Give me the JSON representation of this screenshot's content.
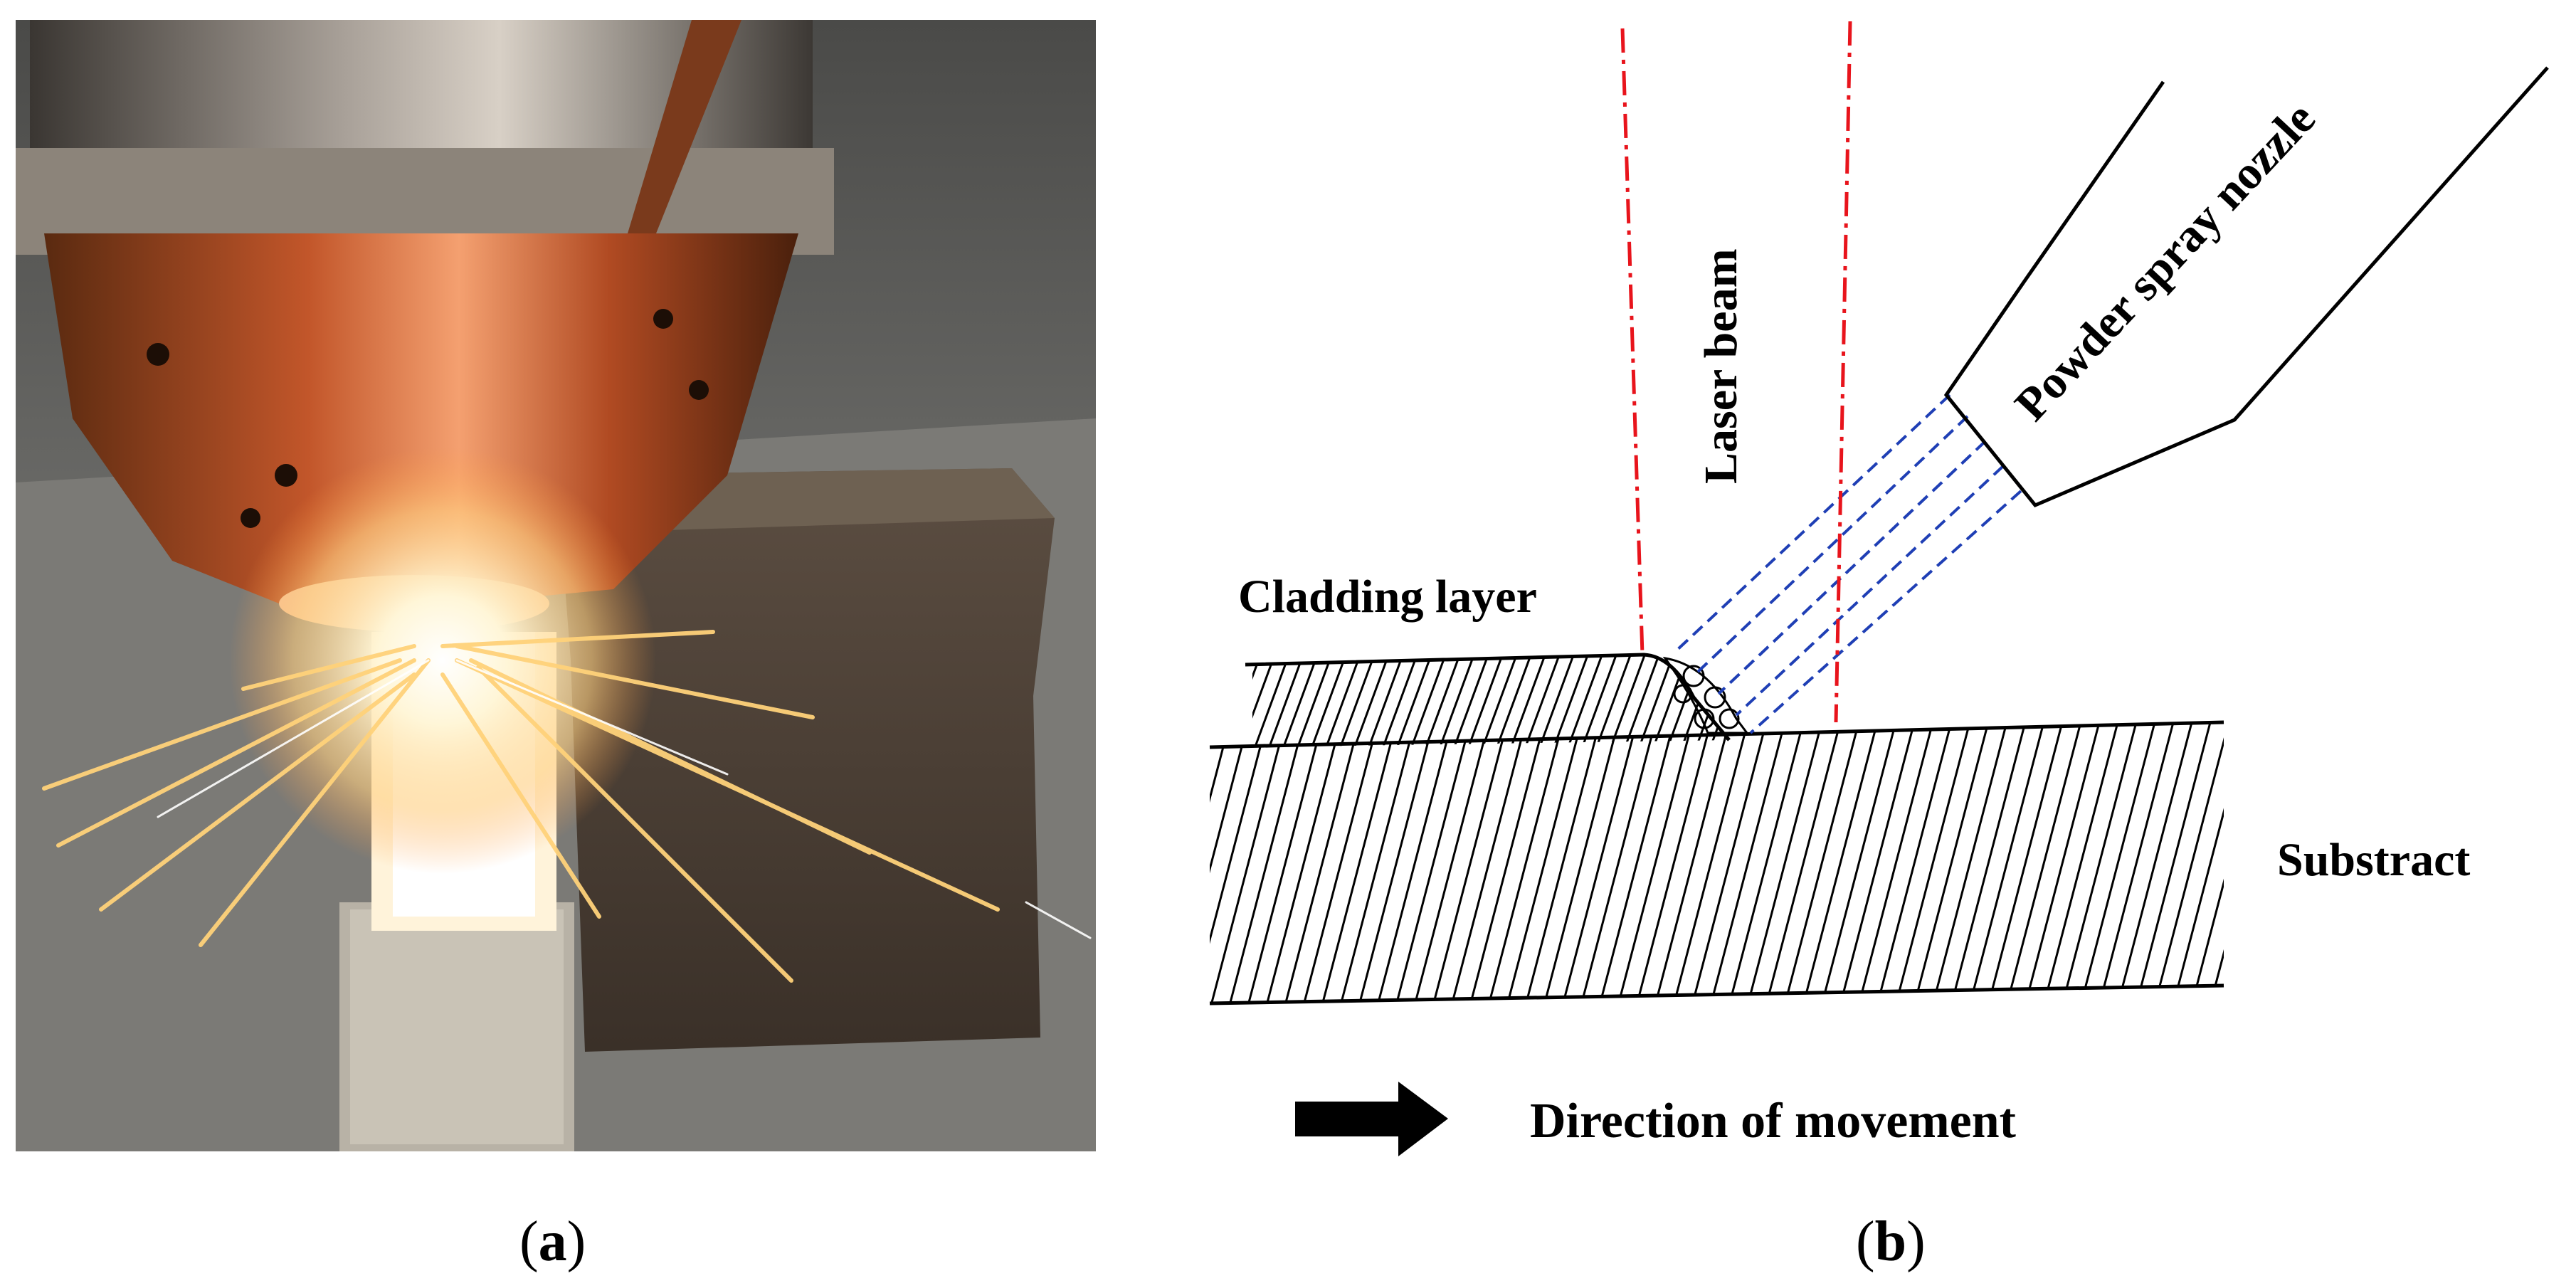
{
  "figure": {
    "panel_a": {
      "caption_open": "(",
      "caption_letter": "a",
      "caption_close": ")"
    },
    "panel_b": {
      "caption_open": "(",
      "caption_letter": "b",
      "caption_close": ")",
      "labels": {
        "laser_beam": "Laser beam",
        "powder_nozzle": "Powder spray nozzle",
        "cladding_layer": "Cladding layer",
        "substrate": "Substract",
        "direction": "Direction of movement"
      }
    }
  },
  "colors": {
    "laser_line": "#e8141c",
    "powder_stream": "#1f3fb5",
    "ink": "#000000"
  }
}
